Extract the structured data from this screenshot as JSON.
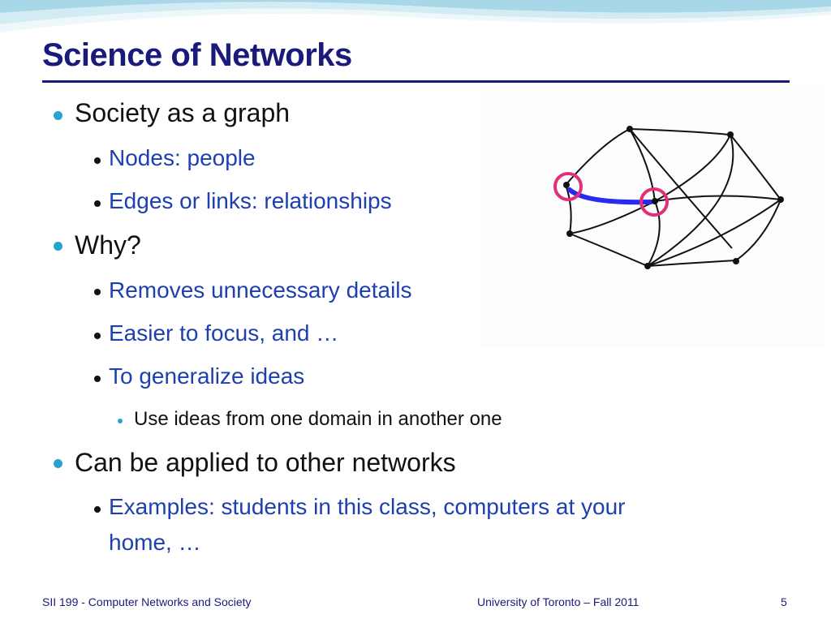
{
  "slide": {
    "title": "Science of Networks",
    "bullets": [
      {
        "level": 1,
        "text": "Society as a graph"
      },
      {
        "level": 2,
        "text": "Nodes: people"
      },
      {
        "level": 2,
        "text": "Edges or links: relationships"
      },
      {
        "level": 1,
        "text": "Why?"
      },
      {
        "level": 2,
        "text": "Removes unnecessary details"
      },
      {
        "level": 2,
        "text": "Easier to focus, and …"
      },
      {
        "level": 2,
        "text": "To generalize ideas"
      },
      {
        "level": 3,
        "text": "Use ideas from one domain in another one"
      },
      {
        "level": 1,
        "text": "Can be applied to other networks"
      },
      {
        "level": 2,
        "text": "Examples: students in this class, computers at your"
      },
      {
        "level": 2,
        "text": "home, …"
      }
    ],
    "footer": {
      "left": "SII 199 - Computer Networks and Society",
      "center": "University of Toronto – Fall 2011",
      "page": "5"
    }
  },
  "colors": {
    "title": "#1a1a7a",
    "accent_bullet": "#27a3cf",
    "level2_text": "#1d3fb0",
    "highlight_circle": "#e0307a",
    "highlight_edge": "#2a2aee"
  }
}
